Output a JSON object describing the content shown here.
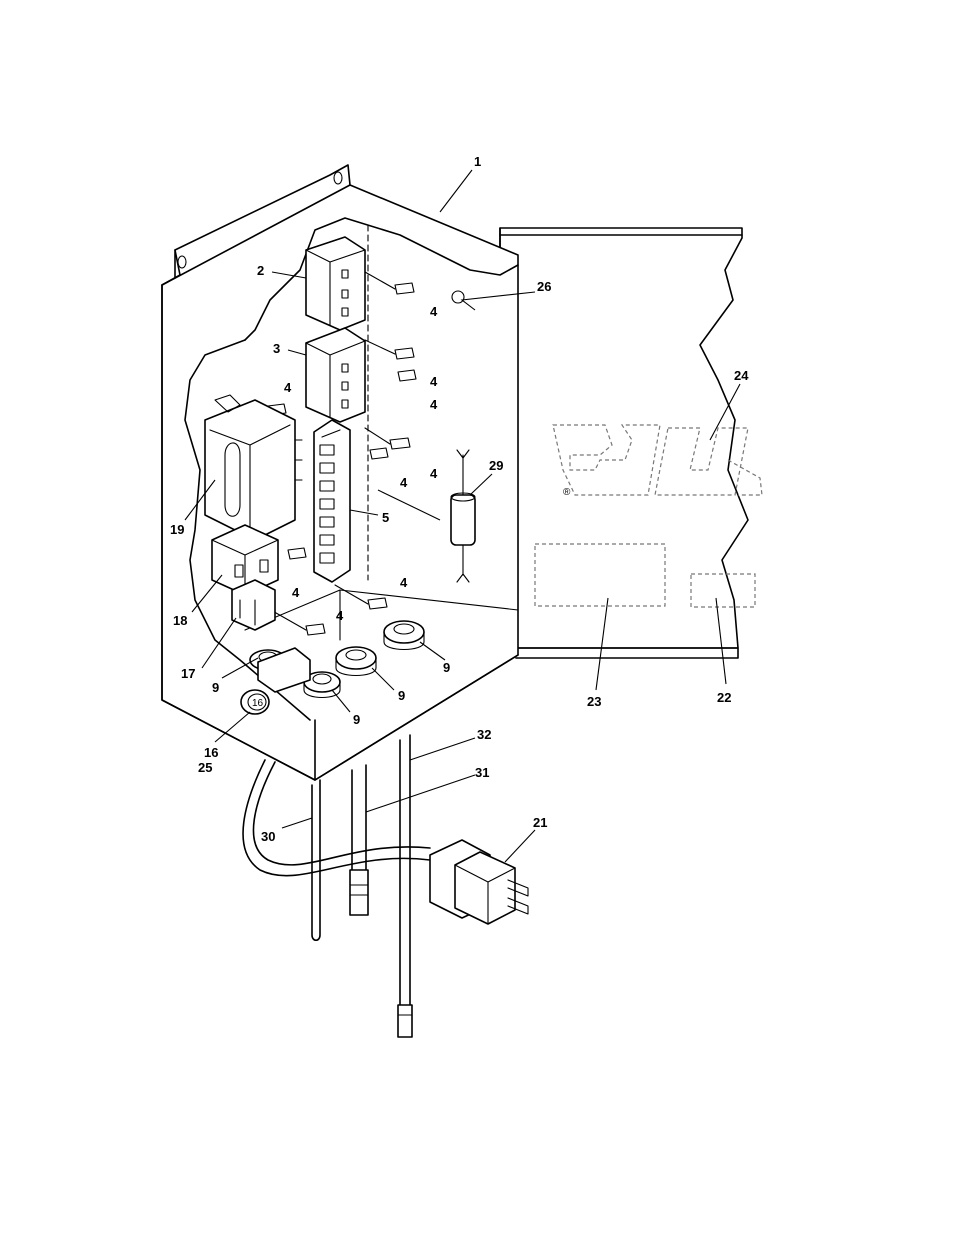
{
  "callouts": {
    "c1": "1",
    "c2": "2",
    "c3": "3",
    "c4a": "4",
    "c4b": "4",
    "c4c": "4",
    "c4d": "4",
    "c4e": "4",
    "c4f": "4",
    "c4g": "4",
    "c4h": "4",
    "c4i": "4",
    "c5": "5",
    "c9a": "9",
    "c9b": "9",
    "c9c": "9",
    "c9d": "9",
    "c16": "16",
    "c25": "25",
    "c17": "17",
    "c18": "18",
    "c19": "19",
    "c21": "21",
    "c22": "22",
    "c23": "23",
    "c24": "24",
    "c26": "26",
    "c29": "29",
    "c30": "30",
    "c31": "31",
    "c32": "32"
  },
  "marks": {
    "registered": "®",
    "fitting_label": "16"
  }
}
